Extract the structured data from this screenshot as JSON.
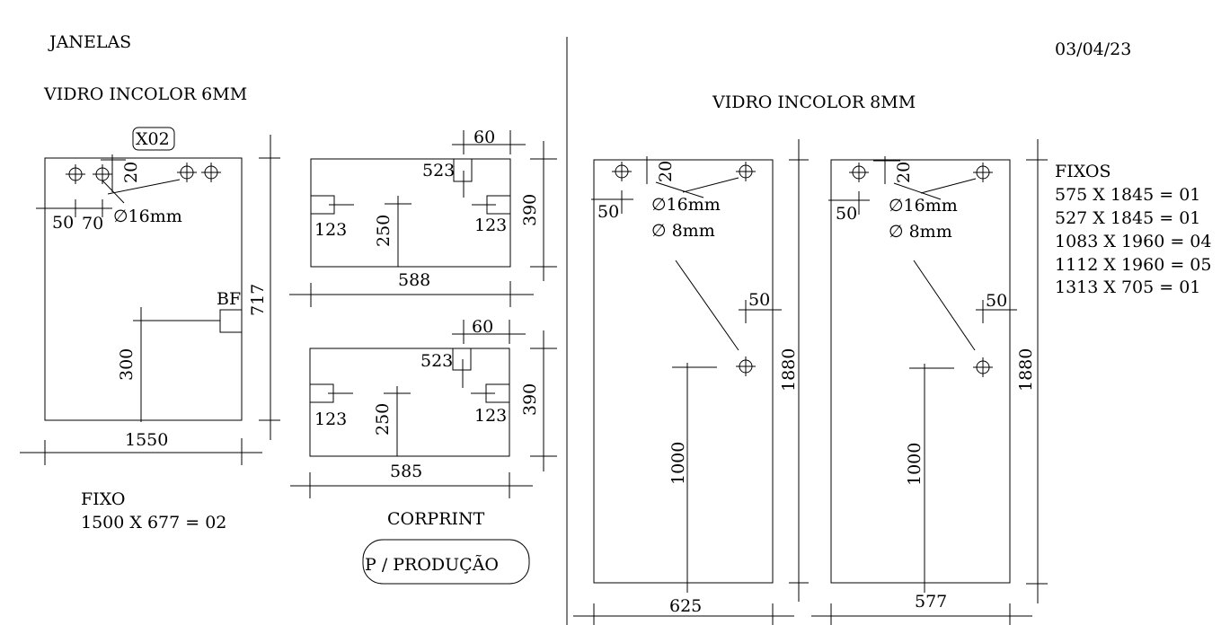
{
  "header": {
    "title": "JANELAS",
    "date": "03/04/23",
    "glass_left": "VIDRO INCOLOR 6MM",
    "glass_right": "VIDRO INCOLOR 8MM"
  },
  "panel_a": {
    "tag": "X02",
    "dim_20": "20",
    "dim_50": "50",
    "dim_70": "70",
    "hole": "∅16mm",
    "bf": "BF",
    "dim_300": "300",
    "dim_width": "1550",
    "dim_height": "717"
  },
  "fixo_left": {
    "label": "FIXO",
    "line1": "1500 X 677 = 02"
  },
  "detail_top": {
    "dim_60": "60",
    "dim_523": "523",
    "dim_123_left": "123",
    "dim_250": "250",
    "dim_123_right": "123",
    "dim_390": "390",
    "dim_width": "588"
  },
  "detail_bottom": {
    "dim_60": "60",
    "dim_523": "523",
    "dim_123_left": "123",
    "dim_250": "250",
    "dim_123_right": "123",
    "dim_390": "390",
    "dim_width": "585"
  },
  "corprint": {
    "label": "CORPRINT",
    "stamp": "P / PRODUÇÃO"
  },
  "panel_b": {
    "dim_20": "20",
    "dim_50_top": "50",
    "hole_16": "∅16mm",
    "hole_8": "∅ 8mm",
    "dim_50_side": "50",
    "dim_1000": "1000",
    "dim_1880": "1880",
    "dim_width": "625"
  },
  "panel_c": {
    "dim_20": "20",
    "dim_50_top": "50",
    "hole_16": "∅16mm",
    "hole_8": "∅ 8mm",
    "dim_50_side": "50",
    "dim_1000": "1000",
    "dim_1880": "1880",
    "dim_width": "577"
  },
  "fixos_right": {
    "label": "FIXOS",
    "lines": [
      "575 X 1845 = 01",
      "527 X 1845 = 01",
      "1083 X 1960 = 04",
      "1112 X 1960 = 05",
      "1313 X 705 = 01"
    ]
  }
}
